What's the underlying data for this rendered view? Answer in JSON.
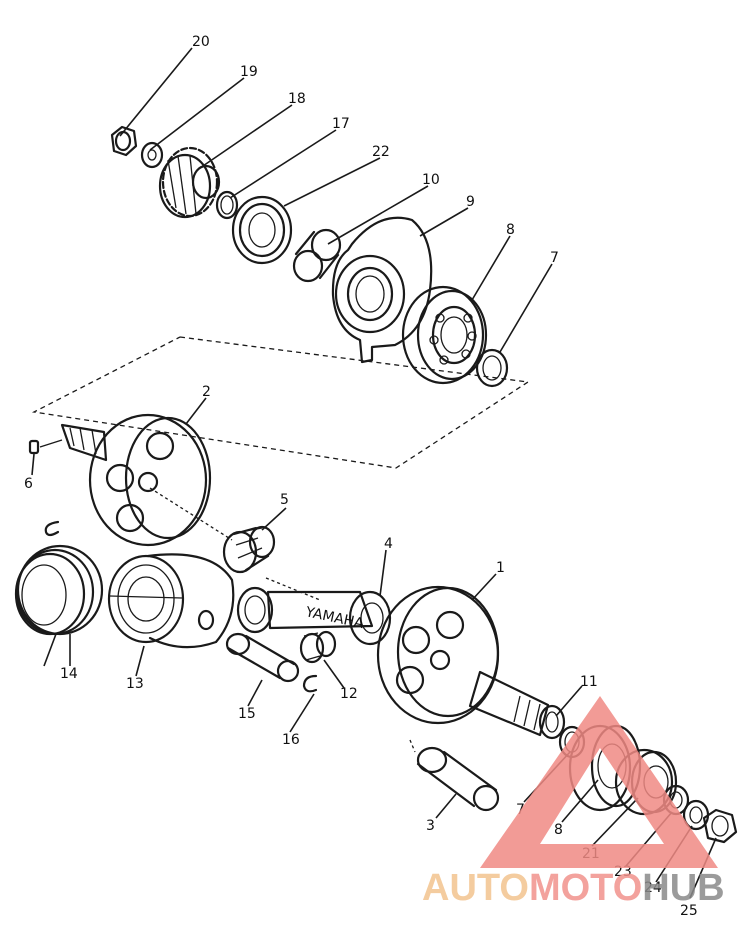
{
  "labels": {
    "p1": "1",
    "p2": "2",
    "p3": "3",
    "p4": "4",
    "p5": "5",
    "p6": "6",
    "p7a": "7",
    "p7b": "7",
    "p8a": "8",
    "p8b": "8",
    "p9": "9",
    "p10": "10",
    "p11": "11",
    "p12": "12",
    "p13": "13",
    "p14": "14",
    "p15": "15",
    "p16": "16",
    "p17": "17",
    "p18": "18",
    "p19": "19",
    "p20": "20",
    "p21": "21",
    "p22": "22",
    "p23": "23",
    "p24": "24",
    "p25": "25"
  },
  "rod_stamp": "YAMAHA",
  "watermark": {
    "part1": "AUTO",
    "part2": "MOTO",
    "part3": "HUB",
    "colors": {
      "auto": "#f3c48f",
      "moto": "#f1928c",
      "hub": "#8a8a8a",
      "triangle": "#f08a84"
    }
  }
}
